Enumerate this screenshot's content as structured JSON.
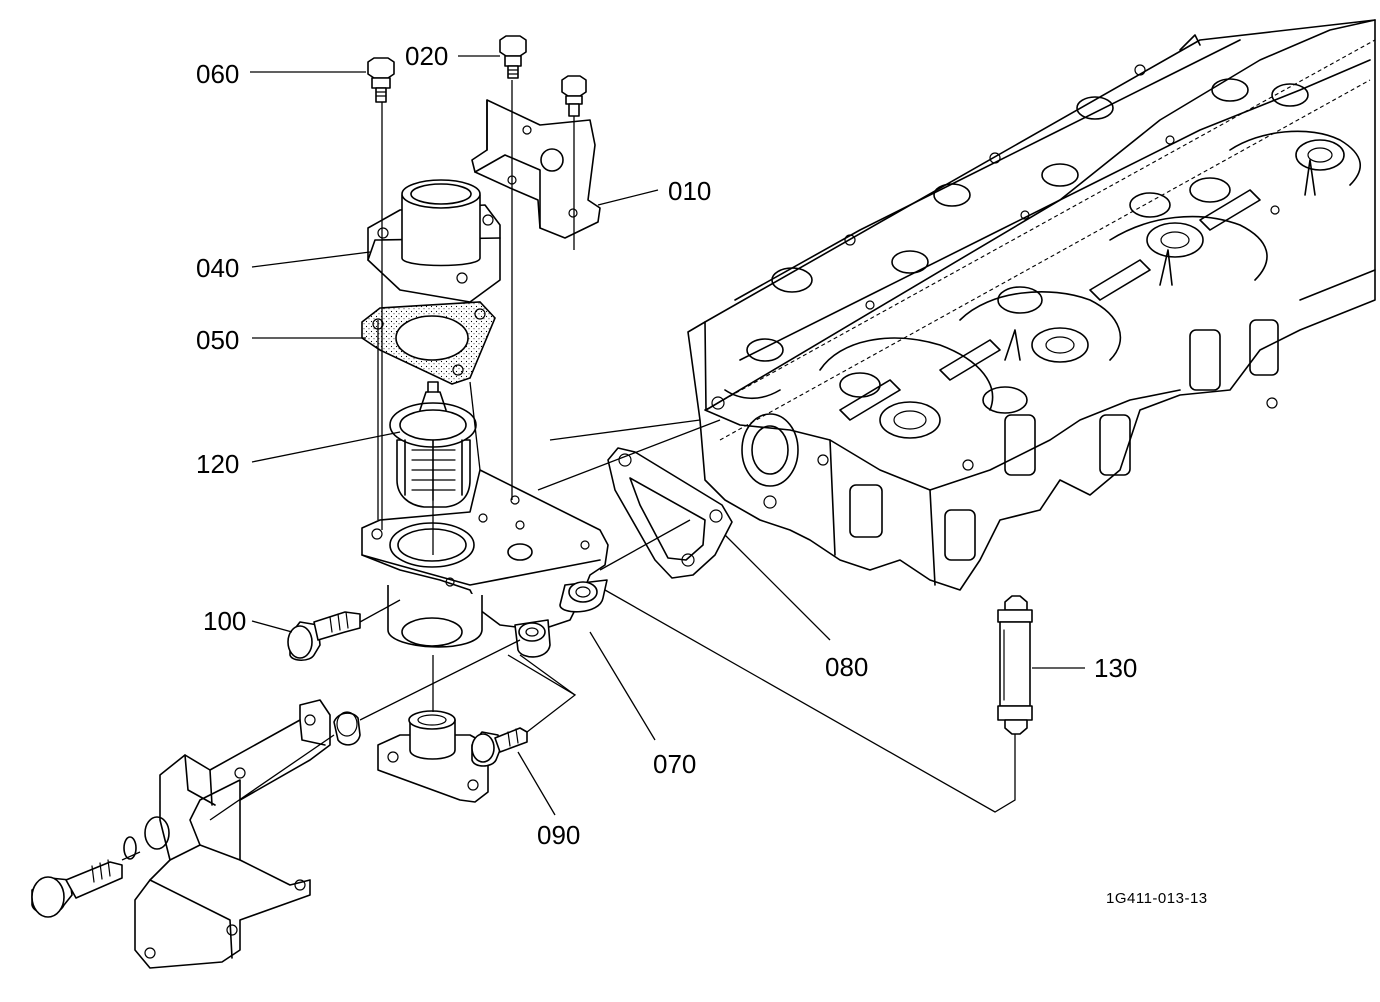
{
  "callouts": [
    {
      "id": "010",
      "text": "010"
    },
    {
      "id": "020",
      "text": "020"
    },
    {
      "id": "040",
      "text": "040"
    },
    {
      "id": "050",
      "text": "050"
    },
    {
      "id": "060",
      "text": "060"
    },
    {
      "id": "070",
      "text": "070"
    },
    {
      "id": "080",
      "text": "080"
    },
    {
      "id": "090",
      "text": "090"
    },
    {
      "id": "100",
      "text": "100"
    },
    {
      "id": "120",
      "text": "120"
    },
    {
      "id": "130",
      "text": "130"
    }
  ],
  "drawing_code": "1G411-013-13"
}
